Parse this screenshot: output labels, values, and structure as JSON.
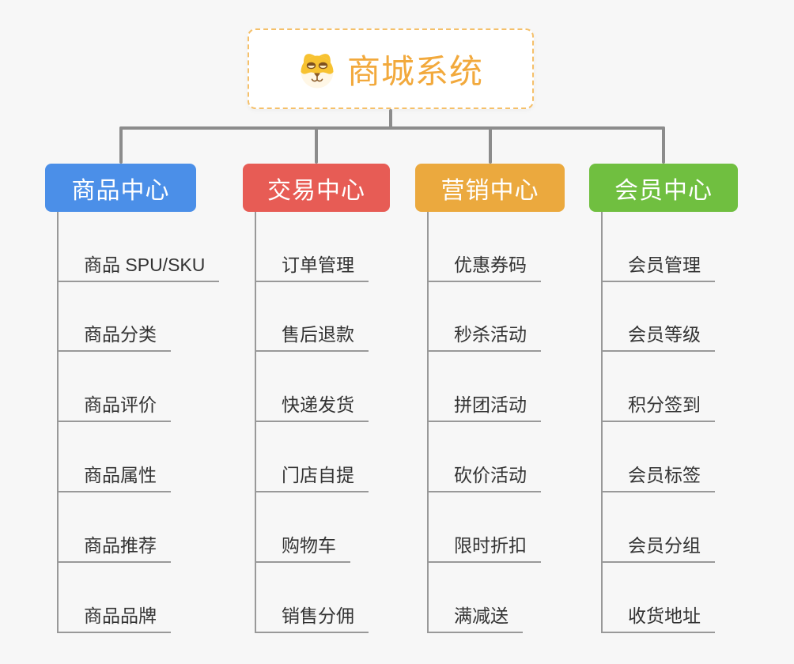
{
  "root": {
    "title": "商城系统",
    "icon": "dog-face-icon"
  },
  "branches": [
    {
      "id": "product-center",
      "label": "商品中心",
      "color": "#4B8FE8",
      "items": [
        "商品 SPU/SKU",
        "商品分类",
        "商品评价",
        "商品属性",
        "商品推荐",
        "商品品牌"
      ]
    },
    {
      "id": "trade-center",
      "label": "交易中心",
      "color": "#E75C55",
      "items": [
        "订单管理",
        "售后退款",
        "快递发货",
        "门店自提",
        "购物车",
        "销售分佣"
      ]
    },
    {
      "id": "marketing-center",
      "label": "营销中心",
      "color": "#EBA93E",
      "items": [
        "优惠券码",
        "秒杀活动",
        "拼团活动",
        "砍价活动",
        "限时折扣",
        "满减送"
      ]
    },
    {
      "id": "member-center",
      "label": "会员中心",
      "color": "#70BF40",
      "items": [
        "会员管理",
        "会员等级",
        "积分签到",
        "会员标签",
        "会员分组",
        "收货地址"
      ]
    }
  ],
  "colors": {
    "background": "#F7F7F7",
    "connector": "#8C8C8C",
    "leaf_line": "#999999",
    "leaf_text": "#333333",
    "root_border": "#F5C06A",
    "root_title": "#F2A93C",
    "header_text": "#FFFFFF"
  }
}
